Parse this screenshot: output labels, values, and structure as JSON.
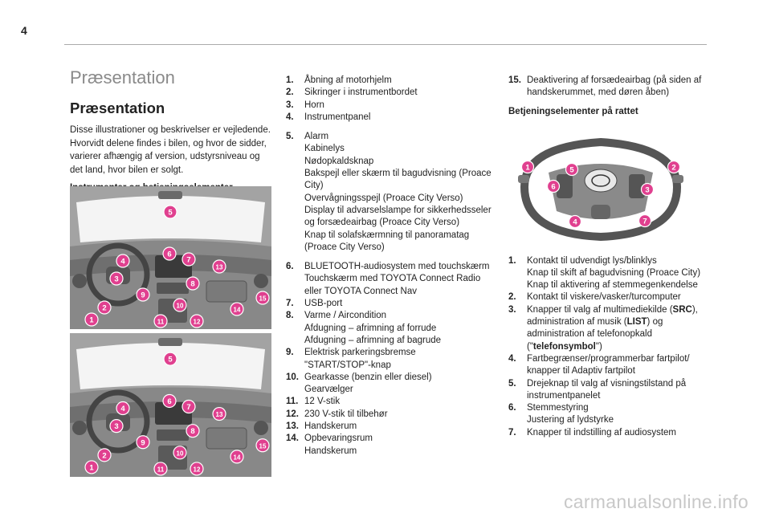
{
  "page_number": "4",
  "section_title": "Præsentation",
  "subsection_title": "Præsentation",
  "intro": "Disse illustrationer og beskrivelser er vejledende. Hvorvidt delene findes i bilen, og hvor de sidder, varierer afhængig af version, udstyrsniveau og det land, hvor bilen er solgt.",
  "instruments_heading": "Instrumenter og betjeningselementer",
  "dashboard_callouts": [
    "1",
    "2",
    "3",
    "4",
    "5",
    "6",
    "7",
    "8",
    "9",
    "10",
    "11",
    "12",
    "13",
    "14",
    "15"
  ],
  "list_col2a": [
    {
      "n": "1.",
      "t": [
        "Åbning af motorhjelm"
      ]
    },
    {
      "n": "2.",
      "t": [
        "Sikringer i instrumentbordet"
      ]
    },
    {
      "n": "3.",
      "t": [
        "Horn"
      ]
    },
    {
      "n": "4.",
      "t": [
        "Instrumentpanel"
      ]
    }
  ],
  "list_col2b": [
    {
      "n": "5.",
      "t": [
        "Alarm",
        "Kabinelys",
        "Nødopkaldsknap",
        "Bakspejl eller skærm til bagudvisning (Proace City)",
        "Overvågningsspejl (Proace City Verso)",
        "Display til advarselslampe for sikkerhedsseler og forsædeairbag (Proace City Verso)",
        "Knap til solafskærmning til panoramatag (Proace City Verso)"
      ]
    }
  ],
  "list_col2c": [
    {
      "n": "6.",
      "t": [
        "BLUETOOTH-audiosystem med touchskærm",
        "Touchskærm med TOYOTA Connect Radio eller TOYOTA Connect Nav"
      ]
    },
    {
      "n": "7.",
      "t": [
        "USB-port"
      ]
    },
    {
      "n": "8.",
      "t": [
        "Varme / Aircondition",
        "Afdugning – afrimning af forrude",
        "Afdugning – afrimning af bagrude"
      ]
    },
    {
      "n": "9.",
      "t": [
        "Elektrisk parkeringsbremse",
        "\"START/STOP\"-knap"
      ]
    },
    {
      "n": "10.",
      "t": [
        "Gearkasse (benzin eller diesel)",
        "Gearvælger"
      ]
    },
    {
      "n": "11.",
      "t": [
        "12 V-stik"
      ]
    },
    {
      "n": "12.",
      "t": [
        "230 V-stik til tilbehør"
      ]
    },
    {
      "n": "13.",
      "t": [
        "Handskerum"
      ]
    },
    {
      "n": "14.",
      "t": [
        "Opbevaringsrum",
        "Handskerum"
      ]
    }
  ],
  "list_col3a": [
    {
      "n": "15.",
      "t": [
        "Deaktivering af forsædeairbag (på siden af handskerummet, med døren åben)"
      ]
    }
  ],
  "wheel_heading": "Betjeningselementer på rattet",
  "wheel_callouts": [
    "1",
    "2",
    "3",
    "4",
    "5",
    "6",
    "7"
  ],
  "list_col3b": [
    {
      "n": "1.",
      "t": [
        "Kontakt til udvendigt lys/blinklys",
        "Knap til skift af bagudvisning (Proace City)",
        "Knap til aktivering af stemmegenkendelse"
      ]
    },
    {
      "n": "2.",
      "t": [
        "Kontakt til viskere/vasker/turcomputer"
      ]
    },
    {
      "n": "3.",
      "t": [
        "Knapper til valg af multimediekilde (SRC), administration af musik (LIST) og administration af telefonopkald (\"telefonsymbol\")"
      ]
    },
    {
      "n": "4.",
      "t": [
        "Fartbegrænser/programmerbar fartpilot/ knapper til Adaptiv fartpilot"
      ]
    },
    {
      "n": "5.",
      "t": [
        "Drejeknap til valg af visningstilstand på instrumentpanelet"
      ]
    },
    {
      "n": "6.",
      "t": [
        "Stemmestyring",
        "Justering af lydstyrke"
      ]
    },
    {
      "n": "7.",
      "t": [
        "Knapper til indstilling af audiosystem"
      ]
    }
  ],
  "watermark": "carmanualsonline.info"
}
